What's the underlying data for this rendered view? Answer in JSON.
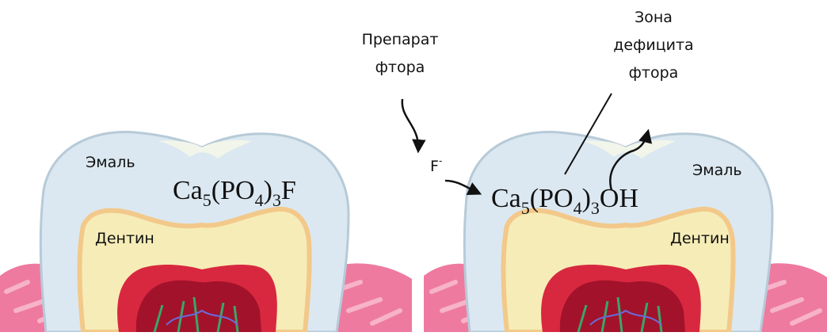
{
  "left_tooth": {
    "enamel_label": "Эмаль",
    "dentin_label": "Дентин",
    "formula": {
      "a": "Ca",
      "s1": "5",
      "b": "(PO",
      "s2": "4",
      "c": ")",
      "s3": "3",
      "d": "F"
    }
  },
  "right_tooth": {
    "enamel_label": "Эмаль",
    "dentin_label": "Дентин",
    "formula": {
      "a": "Ca",
      "s1": "5",
      "b": "(PO",
      "s2": "4",
      "c": ")",
      "s3": "3",
      "d": "OH"
    }
  },
  "fluoride_prep": {
    "line1": "Препарат",
    "line2": "фтора"
  },
  "fluoride_ion": {
    "symbol": "F",
    "charge": "-"
  },
  "deficit_zone": {
    "line1": "Зона",
    "line2": "дефицита",
    "line3": "фтора"
  },
  "colors": {
    "enamel": "#dbe8f1",
    "enamel_outline": "#b7cad8",
    "dentin": "#f6ecb7",
    "dentin_edge": "#f2c98a",
    "pulp": "#d8283f",
    "gum": "#ee7aa0"
  }
}
